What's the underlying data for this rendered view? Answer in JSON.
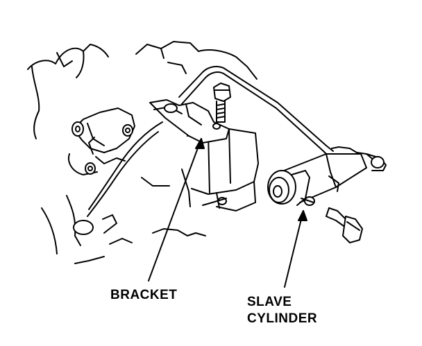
{
  "diagram": {
    "labels": {
      "bracket": "BRACKET",
      "slave_line1": "SLAVE",
      "slave_line2": "CYLINDER"
    },
    "colors": {
      "ink": "#000000",
      "paper": "#ffffff"
    }
  }
}
